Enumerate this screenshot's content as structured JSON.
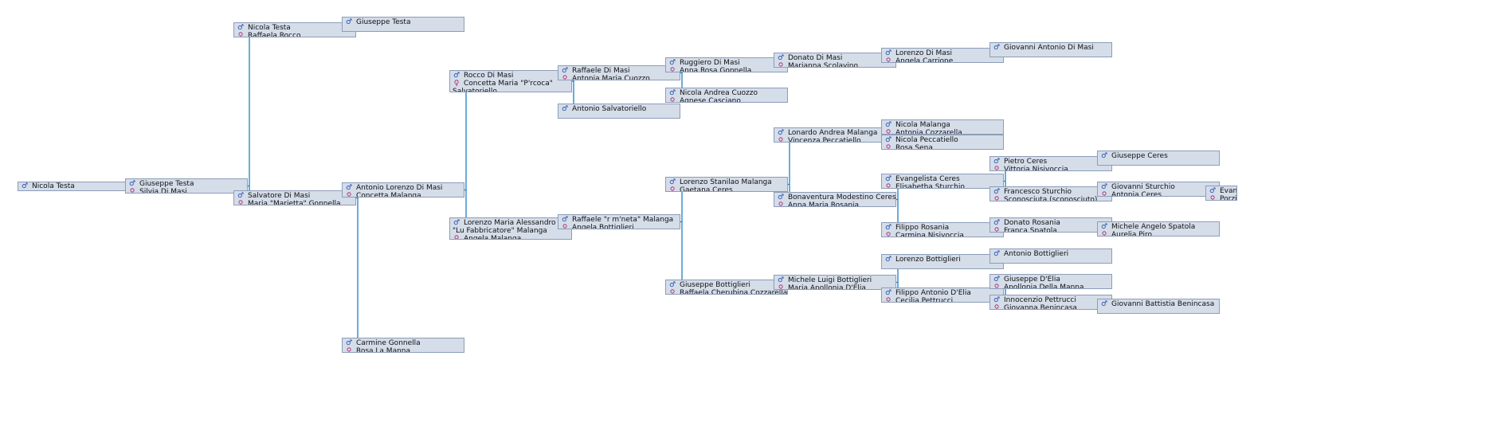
{
  "people": [
    {
      "id": "p0",
      "lines": [
        {
          "g": "m",
          "t": "Nicola Testa"
        }
      ]
    },
    {
      "id": "p1",
      "lines": [
        {
          "g": "m",
          "t": "Giuseppe Testa"
        },
        {
          "g": "f",
          "t": "Silvia Di Masi"
        }
      ]
    },
    {
      "id": "p2",
      "lines": [
        {
          "g": "m",
          "t": "Nicola Testa"
        },
        {
          "g": "f",
          "t": "Raffaela Rocco"
        }
      ]
    },
    {
      "id": "p3",
      "lines": [
        {
          "g": "m",
          "t": "Giuseppe Testa"
        }
      ]
    },
    {
      "id": "p4",
      "lines": [
        {
          "g": "m",
          "t": "Salvatore Di Masi"
        },
        {
          "g": "f",
          "t": "Maria \"Marietta\" Gonnella"
        }
      ]
    },
    {
      "id": "p5",
      "lines": [
        {
          "g": "m",
          "t": "Antonio Lorenzo Di Masi"
        },
        {
          "g": "f",
          "t": "Concetta Malanga"
        }
      ]
    },
    {
      "id": "p6",
      "lines": [
        {
          "g": "m",
          "t": "Carmine Gonnella"
        },
        {
          "g": "f",
          "t": "Rosa La Manna"
        }
      ]
    },
    {
      "id": "p7",
      "lines": [
        {
          "g": "m",
          "t": "Rocco Di Masi"
        },
        {
          "g": "f",
          "t": "Concetta Maria \"P'rcoca\" Salvatoriello"
        }
      ]
    },
    {
      "id": "p8",
      "lines": [
        {
          "g": "m",
          "t": "Lorenzo Maria Alessandro \"Lu Fabbricatore\" Malanga"
        },
        {
          "g": "f",
          "t": "Angela Malanga"
        }
      ]
    },
    {
      "id": "p9",
      "lines": [
        {
          "g": "m",
          "t": "Raffaele Di Masi"
        },
        {
          "g": "f",
          "t": "Antonia Maria Cuozzo"
        }
      ]
    },
    {
      "id": "p10",
      "lines": [
        {
          "g": "m",
          "t": "Antonio Salvatoriello"
        }
      ]
    },
    {
      "id": "p11",
      "lines": [
        {
          "g": "m",
          "t": "Raffaele \"r m'neta\" Malanga"
        },
        {
          "g": "f",
          "t": "Angela Bottiglieri"
        }
      ]
    },
    {
      "id": "p12",
      "lines": [
        {
          "g": "m",
          "t": "Ruggiero Di Masi"
        },
        {
          "g": "f",
          "t": "Anna Rosa Gonnella"
        }
      ]
    },
    {
      "id": "p13",
      "lines": [
        {
          "g": "m",
          "t": "Nicola Andrea Cuozzo"
        },
        {
          "g": "f",
          "t": "Agnese Casciano"
        }
      ]
    },
    {
      "id": "p14",
      "lines": [
        {
          "g": "m",
          "t": "Lorenzo Stanilao Malanga"
        },
        {
          "g": "f",
          "t": "Gaetana Ceres"
        }
      ]
    },
    {
      "id": "p15",
      "lines": [
        {
          "g": "m",
          "t": "Giuseppe Bottiglieri"
        },
        {
          "g": "f",
          "t": "Raffaela Cherubina Cozzarella"
        }
      ]
    },
    {
      "id": "p16",
      "lines": [
        {
          "g": "m",
          "t": "Donato Di Masi"
        },
        {
          "g": "f",
          "t": "Marianna Scolavino"
        }
      ]
    },
    {
      "id": "p17",
      "lines": [
        {
          "g": "m",
          "t": "Lonardo Andrea Malanga"
        },
        {
          "g": "f",
          "t": "Vincenza Peccatiello"
        }
      ]
    },
    {
      "id": "p18",
      "lines": [
        {
          "g": "m",
          "t": "Bonaventura Modestino Ceres"
        },
        {
          "g": "f",
          "t": "Anna Maria Rosania"
        }
      ]
    },
    {
      "id": "p19",
      "lines": [
        {
          "g": "m",
          "t": "Michele Luigi Bottiglieri"
        },
        {
          "g": "f",
          "t": "Maria Apollonia D'Elia"
        }
      ]
    },
    {
      "id": "p20",
      "lines": [
        {
          "g": "m",
          "t": "Lorenzo Di Masi"
        },
        {
          "g": "f",
          "t": "Angela Carrione"
        }
      ]
    },
    {
      "id": "p21",
      "lines": [
        {
          "g": "m",
          "t": "Nicola Malanga"
        },
        {
          "g": "f",
          "t": "Antonia Cozzarella"
        }
      ]
    },
    {
      "id": "p22",
      "lines": [
        {
          "g": "m",
          "t": "Nicola Peccatiello"
        },
        {
          "g": "f",
          "t": "Rosa Sena"
        }
      ]
    },
    {
      "id": "p23",
      "lines": [
        {
          "g": "m",
          "t": "Evangelista Ceres"
        },
        {
          "g": "f",
          "t": "Elisabetha Sturchio"
        }
      ]
    },
    {
      "id": "p24",
      "lines": [
        {
          "g": "m",
          "t": "Filippo Rosania"
        },
        {
          "g": "f",
          "t": "Carmina Nisivoccia"
        }
      ]
    },
    {
      "id": "p25",
      "lines": [
        {
          "g": "m",
          "t": "Lorenzo Bottiglieri"
        }
      ]
    },
    {
      "id": "p26",
      "lines": [
        {
          "g": "m",
          "t": "Filippo Antonio D'Elia"
        },
        {
          "g": "f",
          "t": "Cecilia Pettrucci"
        }
      ]
    },
    {
      "id": "p27",
      "lines": [
        {
          "g": "m",
          "t": "Giovanni Antonio Di Masi"
        }
      ]
    },
    {
      "id": "p28",
      "lines": [
        {
          "g": "m",
          "t": "Pietro Ceres"
        },
        {
          "g": "f",
          "t": "Vittoria Nisivoccia"
        }
      ]
    },
    {
      "id": "p29",
      "lines": [
        {
          "g": "m",
          "t": "Francesco Sturchio"
        },
        {
          "g": "f",
          "t": "Sconosciuta (sconosciuto)"
        }
      ]
    },
    {
      "id": "p30",
      "lines": [
        {
          "g": "m",
          "t": "Donato Rosania"
        },
        {
          "g": "f",
          "t": "Franca Spatola"
        }
      ]
    },
    {
      "id": "p31",
      "lines": [
        {
          "g": "m",
          "t": "Antonio Bottiglieri"
        }
      ]
    },
    {
      "id": "p32",
      "lines": [
        {
          "g": "m",
          "t": "Giuseppe D'Elia"
        },
        {
          "g": "f",
          "t": "Apollonia Della Manna"
        }
      ]
    },
    {
      "id": "p33",
      "lines": [
        {
          "g": "m",
          "t": "Innocenzio Pettrucci"
        },
        {
          "g": "f",
          "t": "Giovanna Benincasa"
        }
      ]
    },
    {
      "id": "p34",
      "lines": [
        {
          "g": "m",
          "t": "Giuseppe Ceres"
        }
      ]
    },
    {
      "id": "p35",
      "lines": [
        {
          "g": "m",
          "t": "Giovanni Sturchio"
        },
        {
          "g": "f",
          "t": "Antonia Ceres"
        }
      ]
    },
    {
      "id": "p36",
      "lines": [
        {
          "g": "m",
          "t": "Michele Angelo Spatola"
        },
        {
          "g": "f",
          "t": "Aurelia Piro"
        }
      ]
    },
    {
      "id": "p37",
      "lines": [
        {
          "g": "m",
          "t": "Giovanni Battistia Benincasa"
        }
      ]
    },
    {
      "id": "p38",
      "lines": [
        {
          "g": "m",
          "t": "Evan"
        },
        {
          "g": "f",
          "t": "Porzi"
        }
      ]
    }
  ],
  "edges": [
    [
      "p0",
      "p1"
    ],
    [
      "p1",
      "p2"
    ],
    [
      "p1",
      "p4"
    ],
    [
      "p2",
      "p3"
    ],
    [
      "p4",
      "p5"
    ],
    [
      "p4",
      "p6"
    ],
    [
      "p5",
      "p7"
    ],
    [
      "p5",
      "p8"
    ],
    [
      "p7",
      "p9"
    ],
    [
      "p7",
      "p10"
    ],
    [
      "p8",
      "p11"
    ],
    [
      "p9",
      "p12"
    ],
    [
      "p9",
      "p13"
    ],
    [
      "p11",
      "p14"
    ],
    [
      "p11",
      "p15"
    ],
    [
      "p12",
      "p16"
    ],
    [
      "p14",
      "p17"
    ],
    [
      "p14",
      "p18"
    ],
    [
      "p15",
      "p19"
    ],
    [
      "p16",
      "p20"
    ],
    [
      "p17",
      "p21"
    ],
    [
      "p17",
      "p22"
    ],
    [
      "p18",
      "p23"
    ],
    [
      "p18",
      "p24"
    ],
    [
      "p19",
      "p25"
    ],
    [
      "p19",
      "p26"
    ],
    [
      "p20",
      "p27"
    ],
    [
      "p23",
      "p28"
    ],
    [
      "p23",
      "p29"
    ],
    [
      "p24",
      "p30"
    ],
    [
      "p25",
      "p31"
    ],
    [
      "p26",
      "p32"
    ],
    [
      "p26",
      "p33"
    ],
    [
      "p28",
      "p34"
    ],
    [
      "p29",
      "p35"
    ],
    [
      "p30",
      "p36"
    ],
    [
      "p33",
      "p37"
    ],
    [
      "p35",
      "p38"
    ]
  ],
  "icons": {
    "m": "♂",
    "f": "♀"
  },
  "colors": {
    "box_bg": "#d5dde9",
    "box_border": "#8c9db8",
    "connector": "#1b7fc7"
  }
}
